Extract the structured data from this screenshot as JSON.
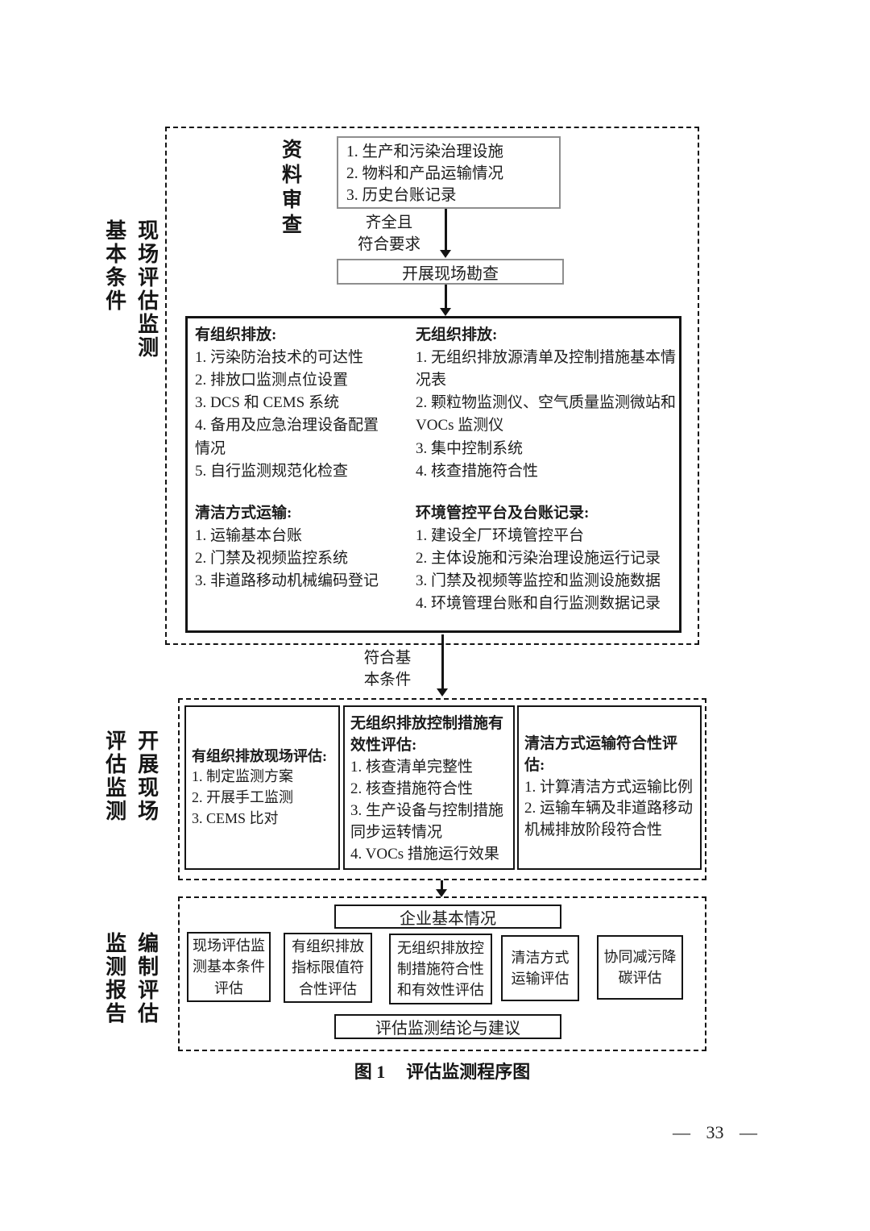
{
  "page": {
    "caption_prefix": "图 1",
    "caption_title": "评估监测程序图",
    "page_number": "— 33 —"
  },
  "stage1": {
    "side_label_outer": "基本条件",
    "side_label_inner": "现场评估监测",
    "review_label": "资料审查",
    "materials_items": [
      "1. 生产和污染治理设施",
      "2. 物料和产品运输情况",
      "3. 历史台账记录"
    ],
    "arrow_label": [
      "齐全且",
      "符合要求"
    ],
    "survey_box": "开展现场勘查",
    "quadrants": {
      "organized": {
        "title": "有组织排放:",
        "items": [
          "1. 污染防治技术的可达性",
          "2. 排放口监测点位设置",
          "3. DCS 和 CEMS 系统",
          "4. 备用及应急治理设备配置情况",
          "5. 自行监测规范化检查"
        ]
      },
      "unorganized": {
        "title": "无组织排放:",
        "items": [
          "1. 无组织排放源清单及控制措施基本情况表",
          "2. 颗粒物监测仪、空气质量监测微站和 VOCs 监测仪",
          "3. 集中控制系统",
          "4. 核查措施符合性"
        ]
      },
      "clean_transport": {
        "title": "清洁方式运输:",
        "items": [
          "1. 运输基本台账",
          "2. 门禁及视频监控系统",
          "3. 非道路移动机械编码登记"
        ]
      },
      "platform": {
        "title": "环境管控平台及台账记录:",
        "items": [
          "1. 建设全厂环境管控平台",
          "2. 主体设施和污染治理设施运行记录",
          "3. 门禁及视频等监控和监测设施数据",
          "4. 环境管理台账和自行监测数据记录"
        ]
      }
    }
  },
  "connector": {
    "label": [
      "符合基",
      "本条件"
    ]
  },
  "stage2": {
    "side_label_outer": "评估监测",
    "side_label_inner": "开展现场",
    "boxes": [
      {
        "title": "有组织排放现场评估:",
        "items": [
          "1. 制定监测方案",
          "2. 开展手工监测",
          "3. CEMS 比对"
        ]
      },
      {
        "title": "无组织排放控制措施有效性评估:",
        "items": [
          "1. 核查清单完整性",
          "2. 核查措施符合性",
          "3. 生产设备与控制措施同步运转情况",
          "4. VOCs 措施运行效果"
        ]
      },
      {
        "title": "清洁方式运输符合性评估:",
        "items": [
          "1. 计算清洁方式运输比例",
          "2. 运输车辆及非道路移动机械排放阶段符合性"
        ]
      }
    ]
  },
  "stage3": {
    "side_label_outer": "监测报告",
    "side_label_inner": "编制评估",
    "top_box": "企业基本情况",
    "boxes": [
      "现场评估监测基本条件评估",
      "有组织排放指标限值符合性评估",
      "无组织排放控制措施符合性和有效性评估",
      "清洁方式运输评估",
      "协同减污降碳评估"
    ],
    "bottom_box": "评估监测结论与建议"
  }
}
